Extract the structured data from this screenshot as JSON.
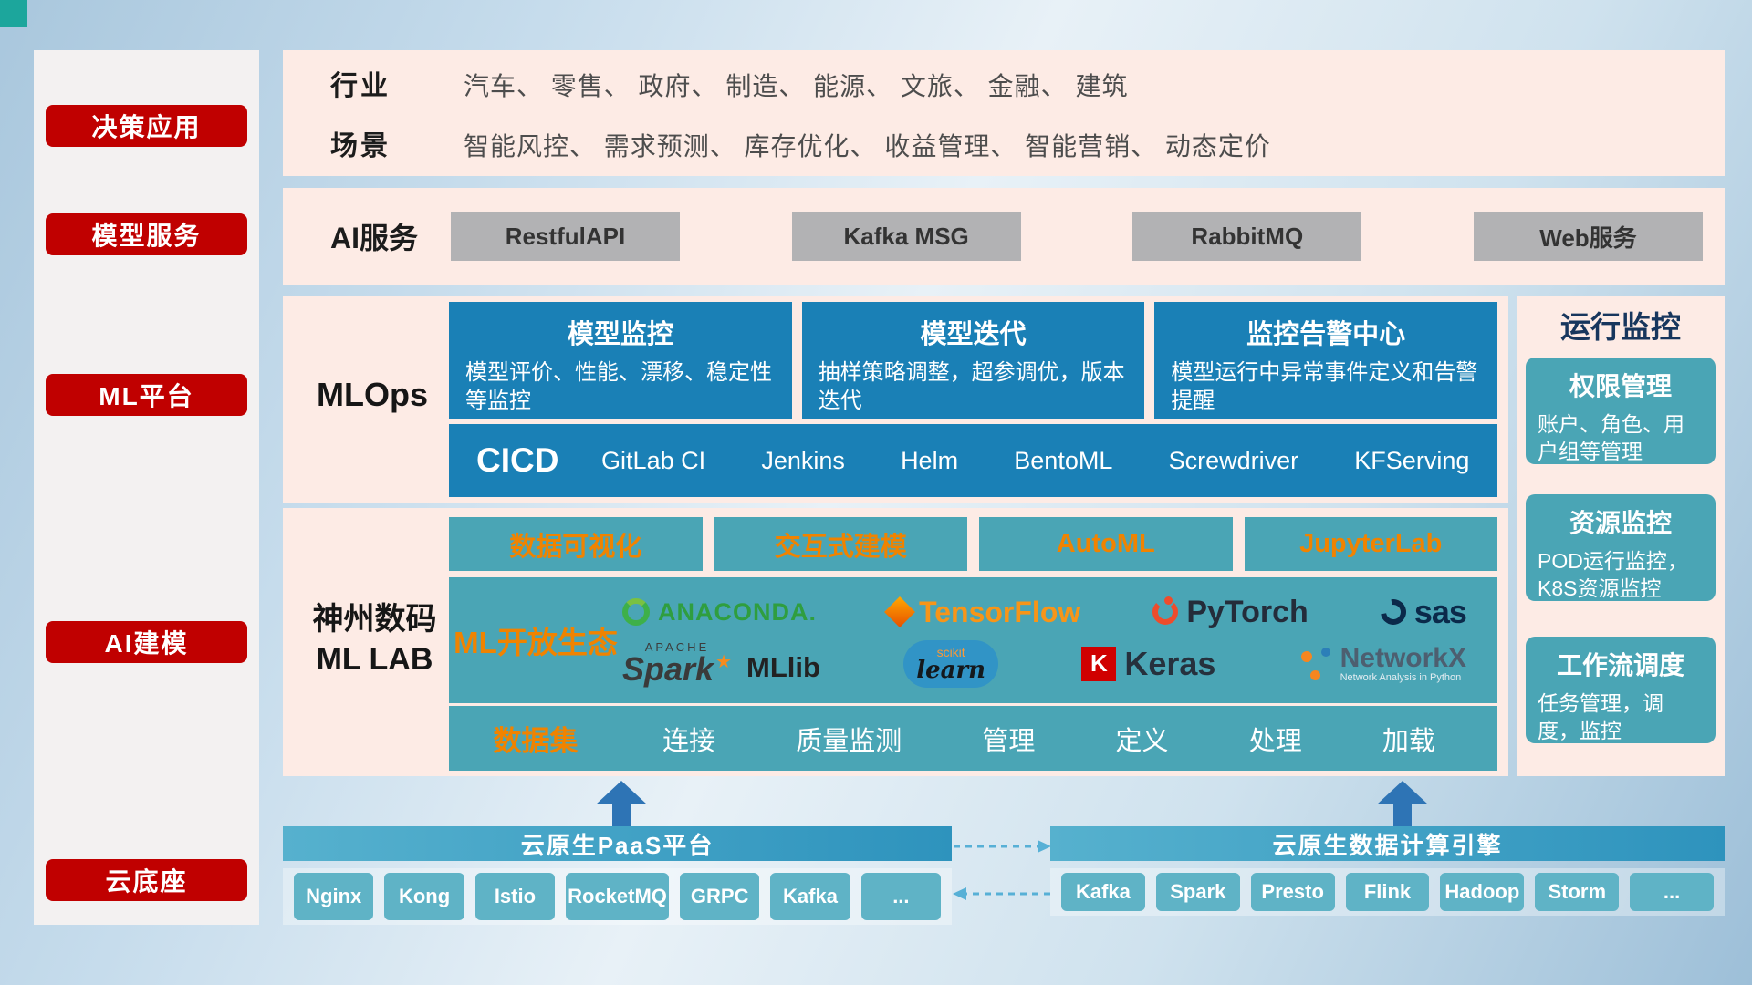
{
  "colors": {
    "layer_button_red": "#c00000",
    "band_pink": "#fdebe5",
    "card_blue": "#1a80b6",
    "teal": "#4aa5b5",
    "accent_orange": "#f08300",
    "gray_button": "#b2b2b4",
    "bottom_header_blue": "#2e93bd",
    "bottom_button_teal": "#5fb3c6",
    "arrow_blue": "#2e74b5"
  },
  "sidebar": {
    "items": [
      {
        "label": "决策应用"
      },
      {
        "label": "模型服务"
      },
      {
        "label": "ML平台"
      },
      {
        "label": "AI建模"
      },
      {
        "label": "云底座"
      }
    ]
  },
  "application_band": {
    "rows": [
      {
        "label": "行业",
        "text": "汽车、 零售、 政府、 制造、 能源、 文旅、 金融、 建筑"
      },
      {
        "label": "场景",
        "text": "智能风控、 需求预测、 库存优化、 收益管理、 智能营销、 动态定价"
      }
    ]
  },
  "ai_service_band": {
    "label": "AI服务",
    "buttons": [
      {
        "label": "RestfulAPI"
      },
      {
        "label": "Kafka MSG"
      },
      {
        "label": "RabbitMQ"
      },
      {
        "label": "Web服务"
      }
    ]
  },
  "mlops_band": {
    "label": "MLOps",
    "cards": [
      {
        "title": "模型监控",
        "desc": "模型评价、性能、漂移、稳定性等监控"
      },
      {
        "title": "模型迭代",
        "desc": "抽样策略调整，超参调优，版本迭代"
      },
      {
        "title": "监控告警中心",
        "desc": "模型运行中异常事件定义和告警提醒"
      }
    ],
    "cicd": {
      "label": "CICD",
      "items": [
        {
          "label": "GitLab CI"
        },
        {
          "label": "Jenkins"
        },
        {
          "label": "Helm"
        },
        {
          "label": "BentoML"
        },
        {
          "label": "Screwdriver"
        },
        {
          "label": "KFServing"
        }
      ]
    }
  },
  "mllab_band": {
    "label_line1": "神州数码",
    "label_line2": "ML LAB",
    "tools": [
      {
        "label": "数据可视化"
      },
      {
        "label": "交互式建模"
      },
      {
        "label": "AutoML"
      },
      {
        "label": "JupyterLab"
      }
    ],
    "ecosystem": {
      "label": "ML开放生态",
      "logos": [
        {
          "name": "ANACONDA."
        },
        {
          "name": "TensorFlow"
        },
        {
          "name": "PyTorch"
        },
        {
          "name": "sas"
        },
        {
          "name": "Spark",
          "sub": "APACHE",
          "star": "★"
        },
        {
          "name": "MLlib"
        },
        {
          "name": "learn",
          "sub": "scikit"
        },
        {
          "name": "Keras",
          "icon": "K"
        },
        {
          "name": "NetworkX",
          "sub": "Network Analysis in Python"
        }
      ]
    },
    "dataset": {
      "label": "数据集",
      "items": [
        {
          "label": "连接"
        },
        {
          "label": "质量监测"
        },
        {
          "label": "管理"
        },
        {
          "label": "定义"
        },
        {
          "label": "处理"
        },
        {
          "label": "加载"
        }
      ]
    }
  },
  "monitor_panel": {
    "title": "运行监控",
    "cards": [
      {
        "title": "权限管理",
        "desc": "账户、角色、用户组等管理"
      },
      {
        "title": "资源监控",
        "desc": "POD运行监控，K8S资源监控"
      },
      {
        "title": "工作流调度",
        "desc": "任务管理，调度，监控"
      }
    ]
  },
  "cloud_base": {
    "paas": {
      "title": "云原生PaaS平台",
      "items": [
        {
          "label": "Nginx"
        },
        {
          "label": "Kong"
        },
        {
          "label": "Istio"
        },
        {
          "label": "RocketMQ"
        },
        {
          "label": "GRPC"
        },
        {
          "label": "Kafka"
        },
        {
          "label": "..."
        }
      ]
    },
    "engine": {
      "title": "云原生数据计算引擎",
      "items": [
        {
          "label": "Kafka"
        },
        {
          "label": "Spark"
        },
        {
          "label": "Presto"
        },
        {
          "label": "Flink"
        },
        {
          "label": "Hadoop"
        },
        {
          "label": "Storm"
        },
        {
          "label": "..."
        }
      ]
    }
  }
}
